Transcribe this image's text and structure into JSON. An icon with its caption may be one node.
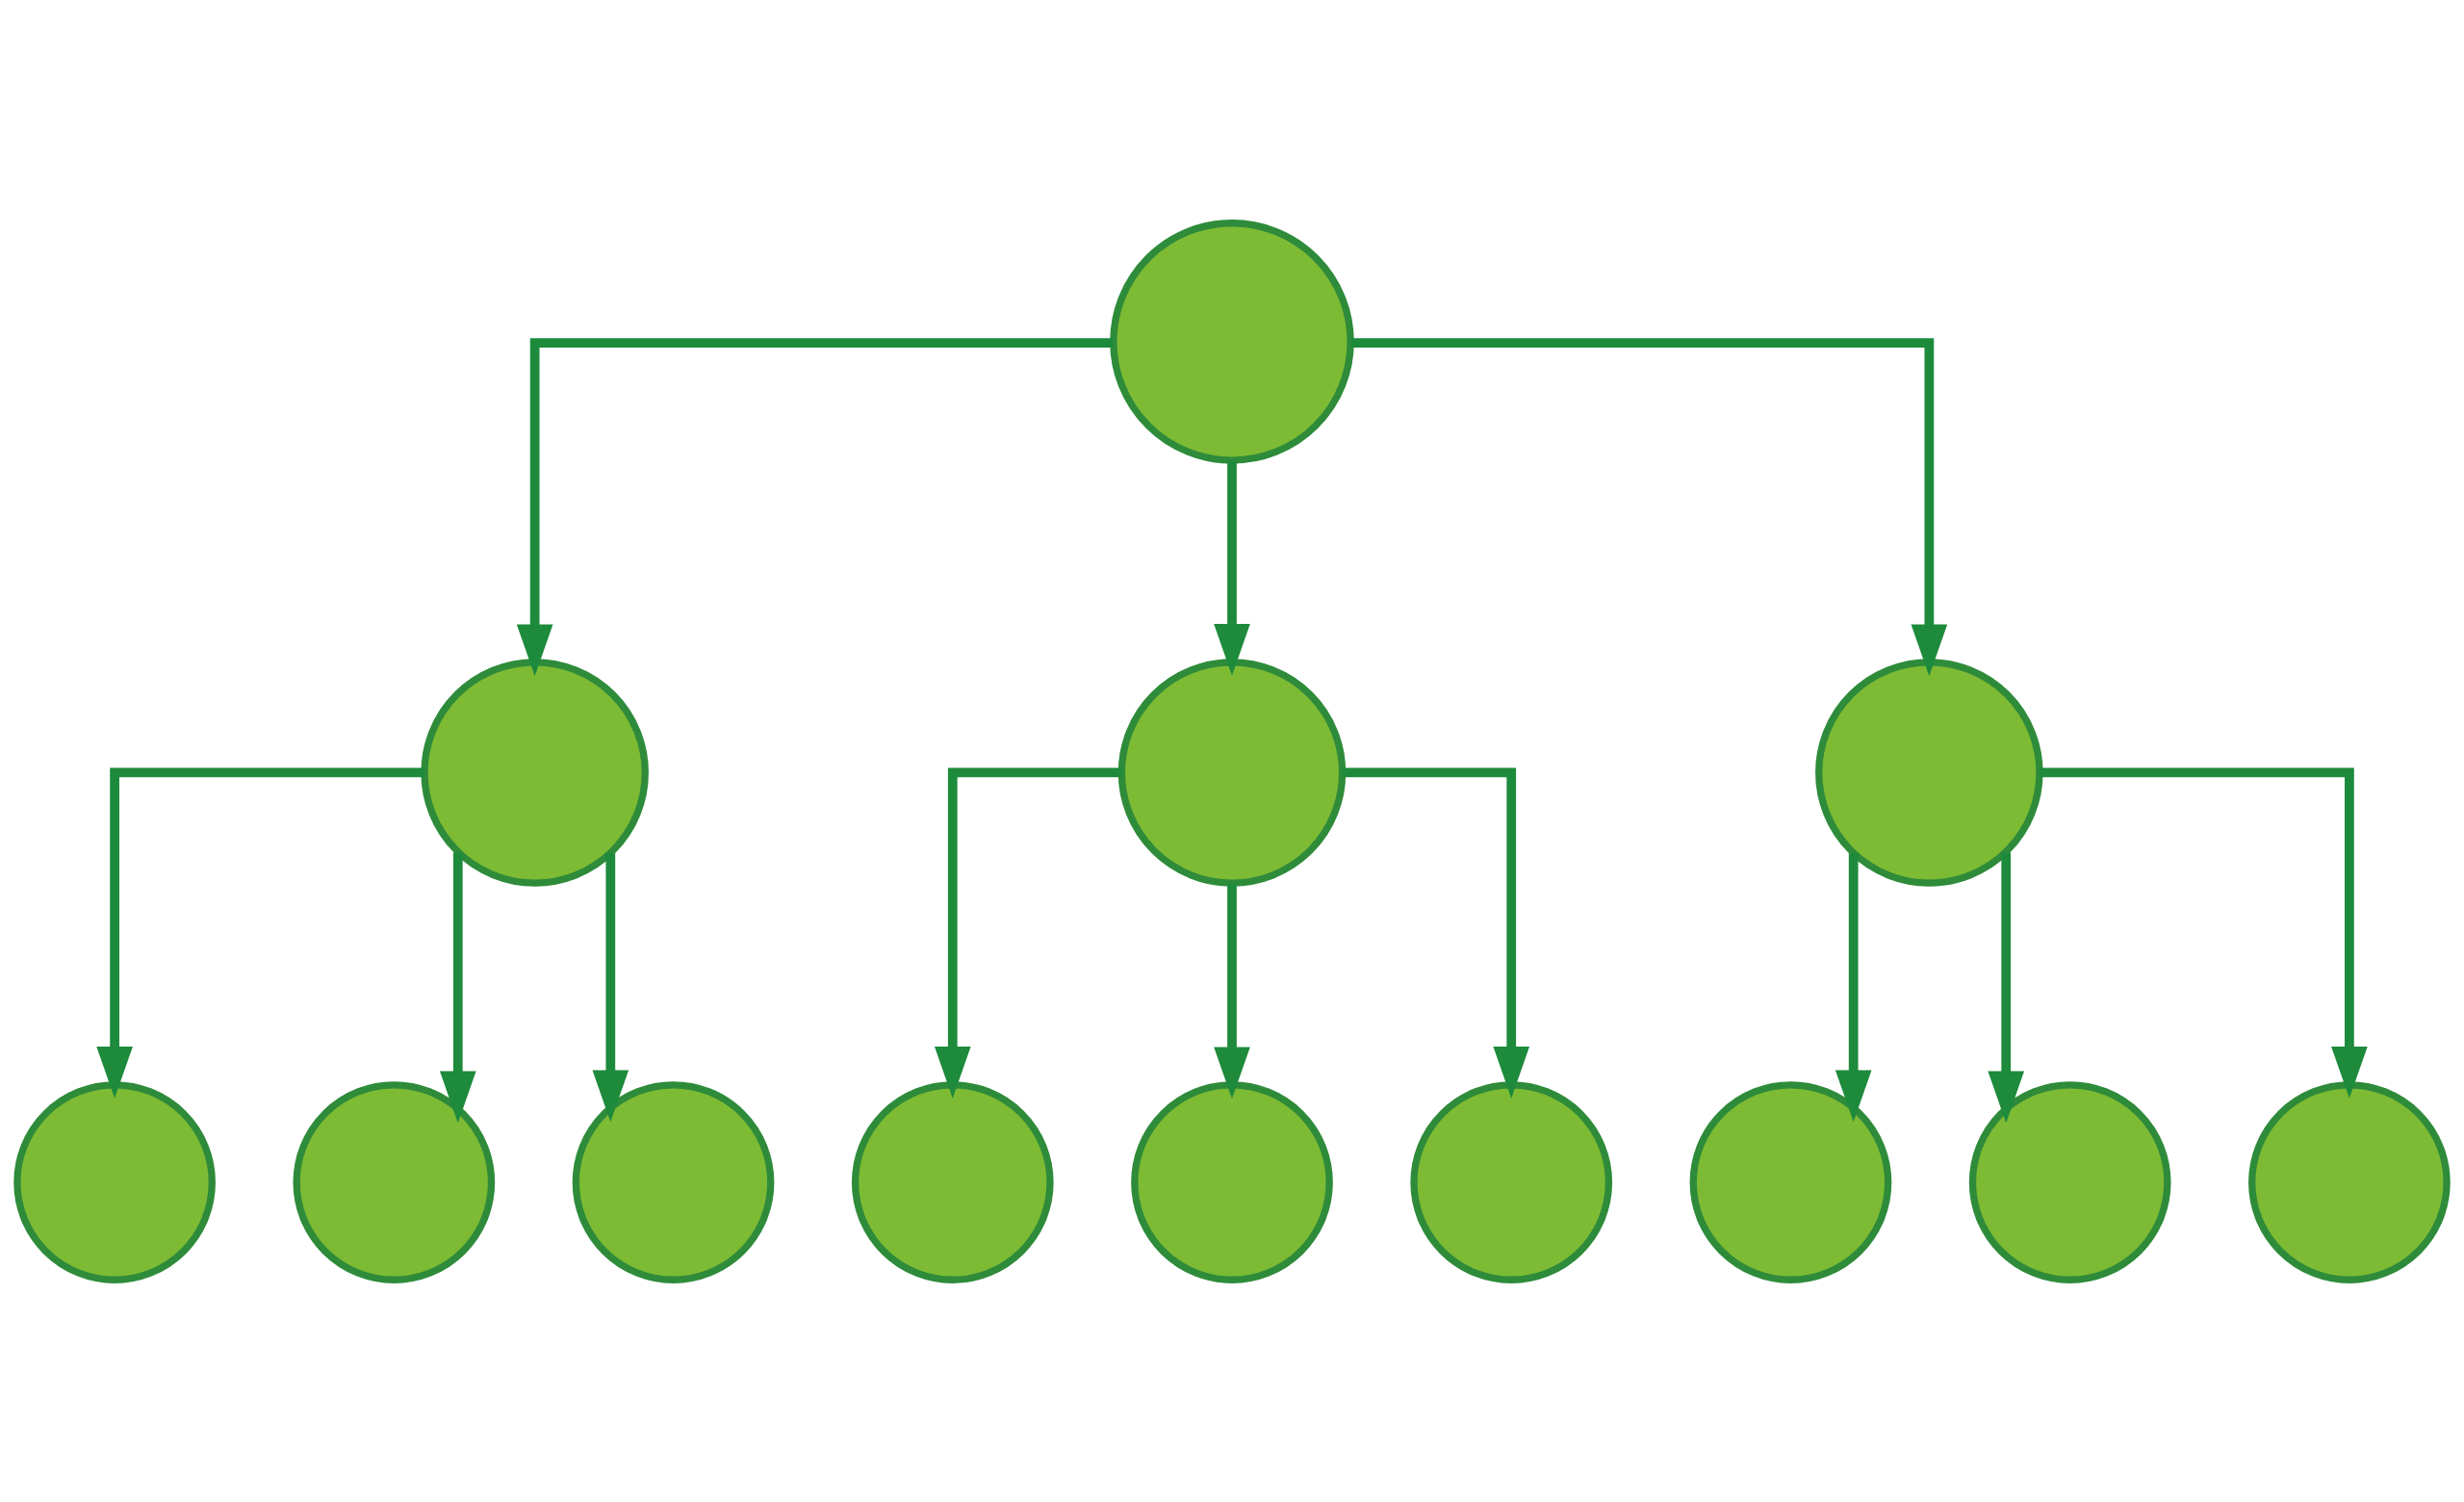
{
  "diagram": {
    "nodes": [
      {
        "text": [],
        "shape": "person"
      },
      {
        "text": [],
        "shape": "person"
      },
      {
        "text": [],
        "shape": "person"
      },
      {
        "text": [],
        "shape": "person"
      },
      {
        "text": [],
        "shape": "person"
      },
      {
        "text": [],
        "shape": "person"
      },
      {
        "text": [],
        "shape": "person"
      },
      {
        "text": [],
        "shape": "person"
      },
      {
        "text": [],
        "shape": "person"
      },
      {
        "text": [],
        "shape": "person"
      },
      {
        "text": [],
        "shape": "person"
      },
      {
        "text": [],
        "shape": "person"
      },
      {
        "text": [],
        "shape": "person"
      }
    ],
    "edges": [
      {
        "from": 0,
        "to": 1,
        "arrow": "to"
      },
      {
        "from": 0,
        "to": 2,
        "arrow": "to"
      },
      {
        "from": 0,
        "to": 3,
        "arrow": "to"
      },
      {
        "from": 1,
        "to": 4,
        "arrow": "to"
      },
      {
        "from": 1,
        "to": 5,
        "arrow": "to"
      },
      {
        "from": 1,
        "to": 6,
        "arrow": "to"
      },
      {
        "from": 2,
        "to": 7,
        "arrow": "to"
      },
      {
        "from": 2,
        "to": 8,
        "arrow": "to"
      },
      {
        "from": 2,
        "to": 9,
        "arrow": "to"
      },
      {
        "from": 3,
        "to": 10,
        "arrow": "to"
      },
      {
        "from": 3,
        "to": 11,
        "arrow": "to"
      },
      {
        "from": 3,
        "to": 12,
        "arrow": "to"
      }
    ]
  }
}
